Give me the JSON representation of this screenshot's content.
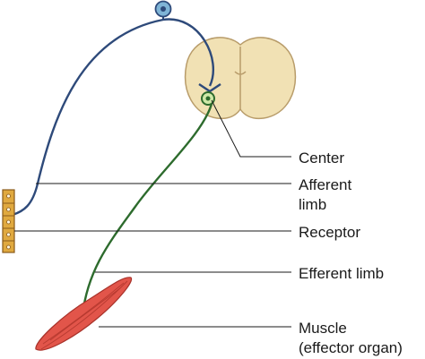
{
  "labels": {
    "center": "Center",
    "afferent_line1": "Afferent",
    "afferent_line2": "limb",
    "receptor": "Receptor",
    "efferent": "Efferent limb",
    "muscle_line1": "Muscle",
    "muscle_line2": "(effector organ)"
  },
  "colors": {
    "afferent_nerve": "#2e4a7a",
    "efferent_nerve": "#2d6b2d",
    "spinal_cord_fill": "#f1e1b4",
    "spinal_cord_outline": "#b89c6a",
    "receptor_fill": "#e0a93f",
    "muscle_fill": "#e2554a",
    "cell_body": "#7fb4d6"
  }
}
